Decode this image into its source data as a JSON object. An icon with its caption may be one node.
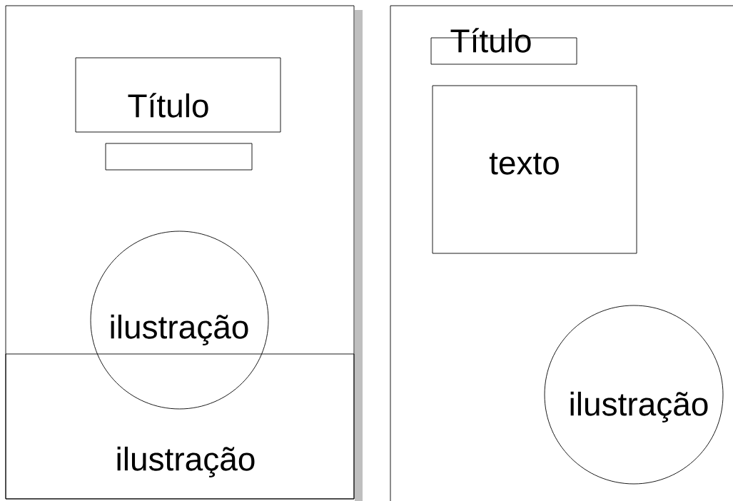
{
  "diagram": {
    "nodes": [
      {
        "text": [],
        "shape": "box"
      },
      {
        "text": [
          "Título"
        ],
        "in": 0
      },
      {
        "text": [],
        "shape": "box",
        "in": 0
      },
      {
        "text": [
          "ilustração"
        ],
        "in": 0
      },
      {
        "text": [
          "ilustração"
        ],
        "in": 0
      },
      {
        "text": [],
        "shape": "box"
      },
      {
        "text": [
          "Título"
        ],
        "in": 5
      },
      {
        "text": [
          "texto"
        ],
        "in": 5
      },
      {
        "text": [
          "ilustração"
        ],
        "in": 5
      }
    ]
  }
}
